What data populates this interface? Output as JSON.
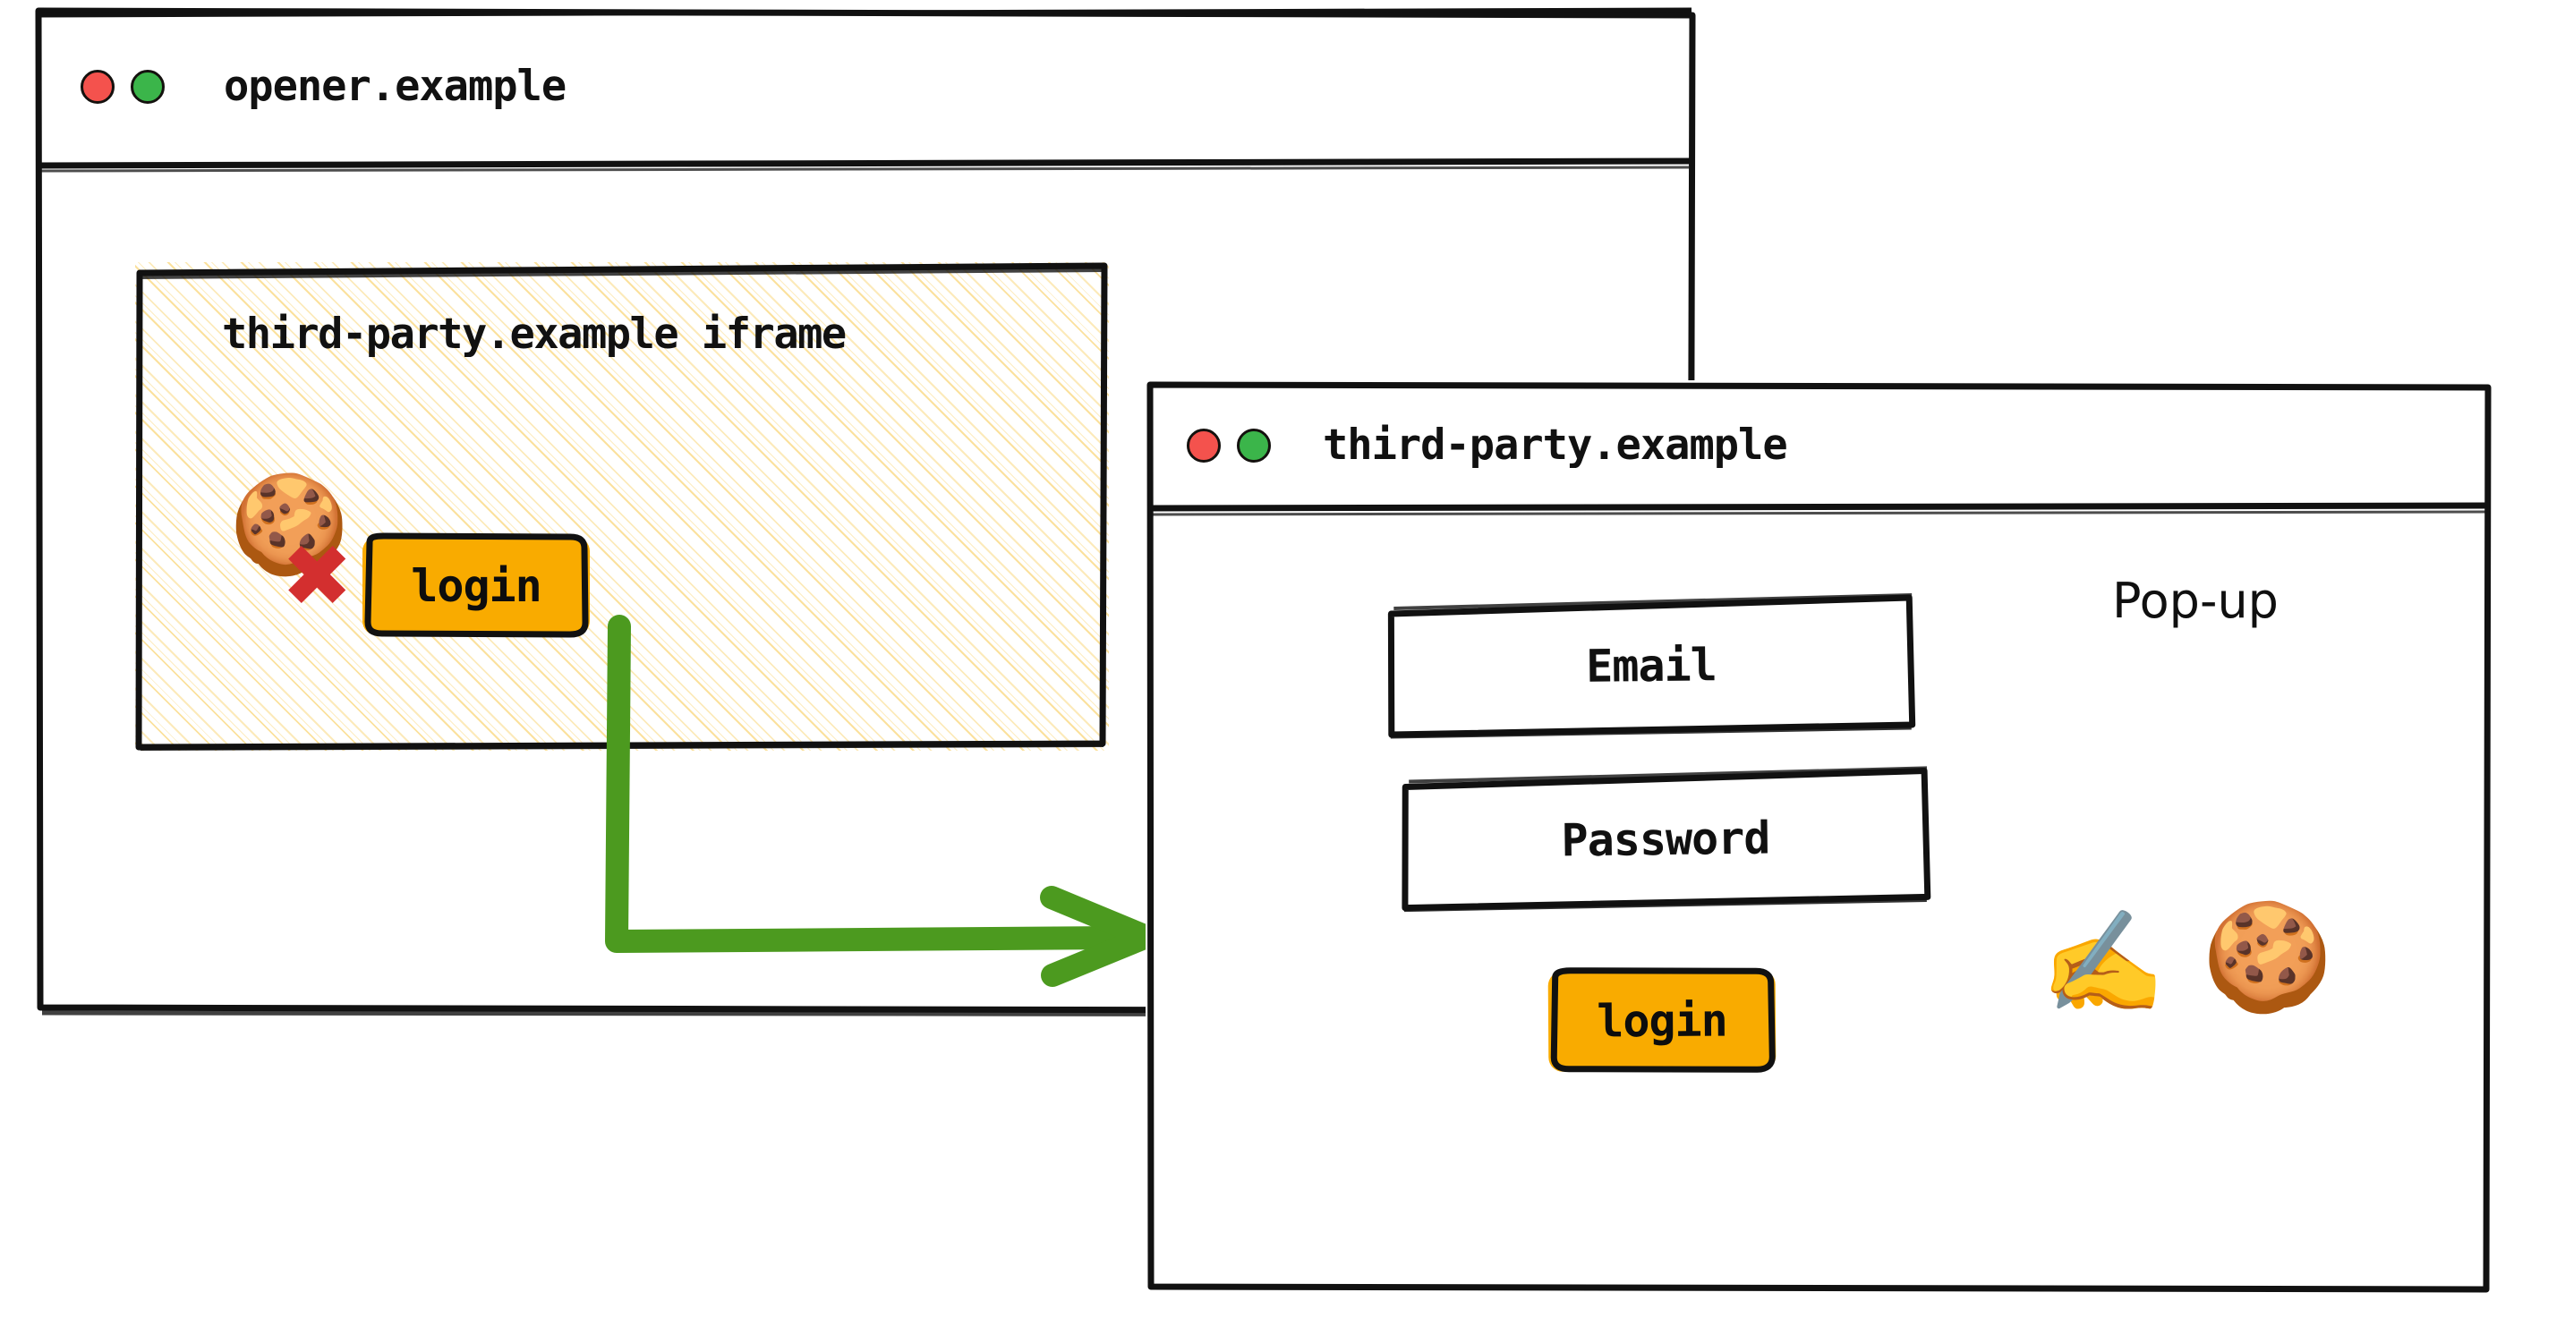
{
  "opener_window": {
    "title": "opener.example",
    "traffic_lights": [
      {
        "name": "close",
        "color": "#f4524d"
      },
      {
        "name": "maximize",
        "color": "#3bb54a"
      }
    ],
    "iframe": {
      "title": "third-party.example iframe",
      "cookie_icon": "🍪",
      "cross_icon": "✖",
      "cross_color": "#d32f2f",
      "login_button_label": "login"
    }
  },
  "popup_window": {
    "title": "third-party.example",
    "annotation_label": "Pop-up",
    "traffic_lights": [
      {
        "name": "close",
        "color": "#f4524d"
      },
      {
        "name": "maximize",
        "color": "#3bb54a"
      }
    ],
    "fields": [
      {
        "name": "email",
        "label": "Email"
      },
      {
        "name": "password",
        "label": "Password"
      }
    ],
    "login_button_label": "login",
    "writing_hand_icon": "✍️",
    "cookie_icon": "🍪"
  },
  "arrow": {
    "name": "flow-arrow",
    "color": "#4c9a1f",
    "from": "iframe login button",
    "to": "third-party.example pop-up window"
  },
  "theme": {
    "accent_orange": "#f9ab00",
    "hatch_color": "#fadc8c",
    "ink": "#111111",
    "green": "#4c9a1f",
    "red": "#d32f2f"
  }
}
